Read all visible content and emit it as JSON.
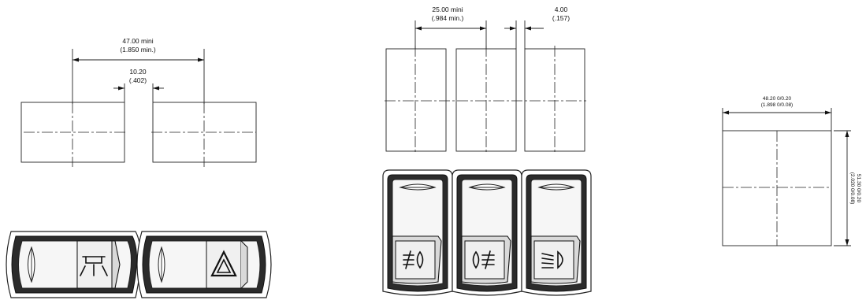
{
  "dimensions": {
    "left_overall": {
      "line1": "47.00 mini",
      "line2": "(1.850 min.)"
    },
    "left_gap": {
      "line1": "10.20",
      "line2": "(.402)"
    },
    "center_pitch": {
      "line1": "25.00 mini",
      "line2": "(.984 min.)"
    },
    "center_gap": {
      "line1": "4.00",
      "line2": "(.157)"
    },
    "right_width": {
      "line1": "48.20 0/0.20",
      "line2": "(1.898 0/0.08)"
    },
    "right_height": {
      "line1": "51.30 0/0.20",
      "line2": "(2.020 0/0.08)"
    }
  },
  "icons": {
    "left_switch_1": "interior-light-icon",
    "left_switch_2": "hazard-warning-icon",
    "center_switch_1": "front-fog-light-icon",
    "center_switch_2": "rear-fog-light-icon",
    "center_switch_3": "headlight-icon"
  }
}
